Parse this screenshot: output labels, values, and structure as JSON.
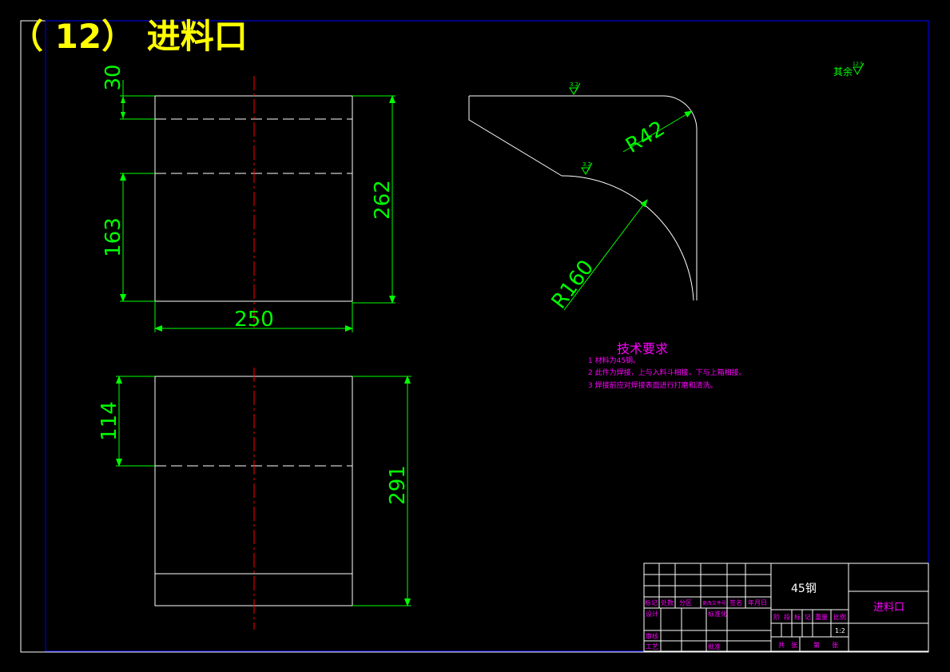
{
  "heading": "（ 12） 进料口",
  "dimensions": {
    "top_view": {
      "d30": "30",
      "d163": "163",
      "d262": "262",
      "d250": "250"
    },
    "bottom_view": {
      "d114": "114",
      "d291": "291"
    },
    "profile": {
      "r42": "R42",
      "r160": "R160"
    }
  },
  "roughness": {
    "label": "其余",
    "value_main": "12.5",
    "value_top": "3.2",
    "value_arc": "3.2"
  },
  "tech_requirements": {
    "title": "技术要求",
    "items": [
      "1  材料为45钢。",
      "2  此件为焊接，上与入料斗相接，下与上箱相接。",
      "3  焊接前应对焊接表面进行打磨和清洗。"
    ]
  },
  "title_block": {
    "material": "45钢",
    "part_name": "进料口",
    "scale": "1:2",
    "header_cells": [
      "标记",
      "处数",
      "分区",
      "更改文件号",
      "签名",
      "年月日"
    ],
    "design": "设计",
    "standardize": "标准化",
    "review": "审核",
    "process": "工艺",
    "approve": "批准",
    "stage_headers": [
      "阶",
      "段",
      "标",
      "记",
      "重量",
      "比例"
    ],
    "total": "共",
    "sheet": "张",
    "page": "第",
    "page_suffix": "张"
  },
  "colors": {
    "frame": "#0000ff",
    "outline": "#ffffff",
    "dimension": "#00ff00",
    "centerline": "#ff0000",
    "annotation": "#ff00ff",
    "heading": "#ffff00"
  }
}
